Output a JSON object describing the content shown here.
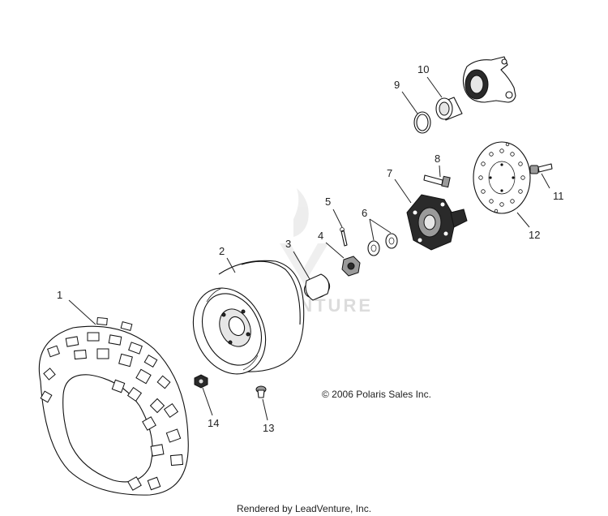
{
  "callouts": [
    "1",
    "2",
    "3",
    "4",
    "5",
    "6",
    "7",
    "8",
    "9",
    "10",
    "11",
    "12",
    "13",
    "14"
  ],
  "copyright": "© 2006 Polaris Sales Inc.",
  "footer": "Rendered by LeadVenture, Inc.",
  "watermark": "LEADVENTURE"
}
